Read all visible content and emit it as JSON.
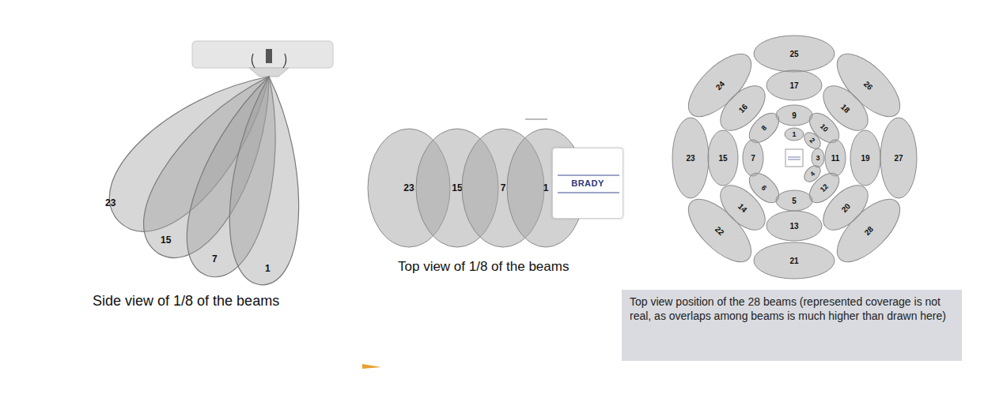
{
  "diagram": {
    "nodes": [
      {
        "text": [
          "23"
        ]
      },
      {
        "text": [
          "15"
        ]
      },
      {
        "text": [
          "7"
        ]
      },
      {
        "text": [
          "1"
        ]
      },
      {
        "text": [
          "BRADY"
        ]
      },
      {
        "text": [
          "25"
        ]
      },
      {
        "text": [
          "24"
        ]
      },
      {
        "text": [
          "17"
        ]
      },
      {
        "text": [
          "26"
        ]
      },
      {
        "text": [
          "16"
        ]
      },
      {
        "text": [
          "9"
        ]
      },
      {
        "text": [
          "18"
        ]
      },
      {
        "text": [
          "8"
        ]
      },
      {
        "text": [
          "1"
        ]
      },
      {
        "text": [
          "10"
        ]
      },
      {
        "text": [
          "2"
        ]
      },
      {
        "text": [
          "23"
        ]
      },
      {
        "text": [
          "15"
        ]
      },
      {
        "text": [
          "7"
        ]
      },
      {
        "text": [
          "3"
        ]
      },
      {
        "text": [
          "11"
        ]
      },
      {
        "text": [
          "19"
        ]
      },
      {
        "text": [
          "27"
        ]
      },
      {
        "text": [
          "4"
        ]
      },
      {
        "text": [
          "6"
        ]
      },
      {
        "text": [
          "12"
        ]
      },
      {
        "text": [
          "5"
        ]
      },
      {
        "text": [
          "20"
        ]
      },
      {
        "text": [
          "14"
        ]
      },
      {
        "text": [
          "13"
        ]
      },
      {
        "text": [
          "22"
        ]
      },
      {
        "text": [
          "28"
        ]
      },
      {
        "text": [
          "21"
        ]
      },
      {
        "text": [
          "Top view position of the 28 beams (represented coverage is not real, as overlaps among beams is much higher than drawn here)"
        ]
      }
    ],
    "labels": [
      "23",
      "15",
      "7",
      "1",
      "Side view of 1/8 of the beams",
      "Top view of 1/8 of the beams"
    ]
  }
}
